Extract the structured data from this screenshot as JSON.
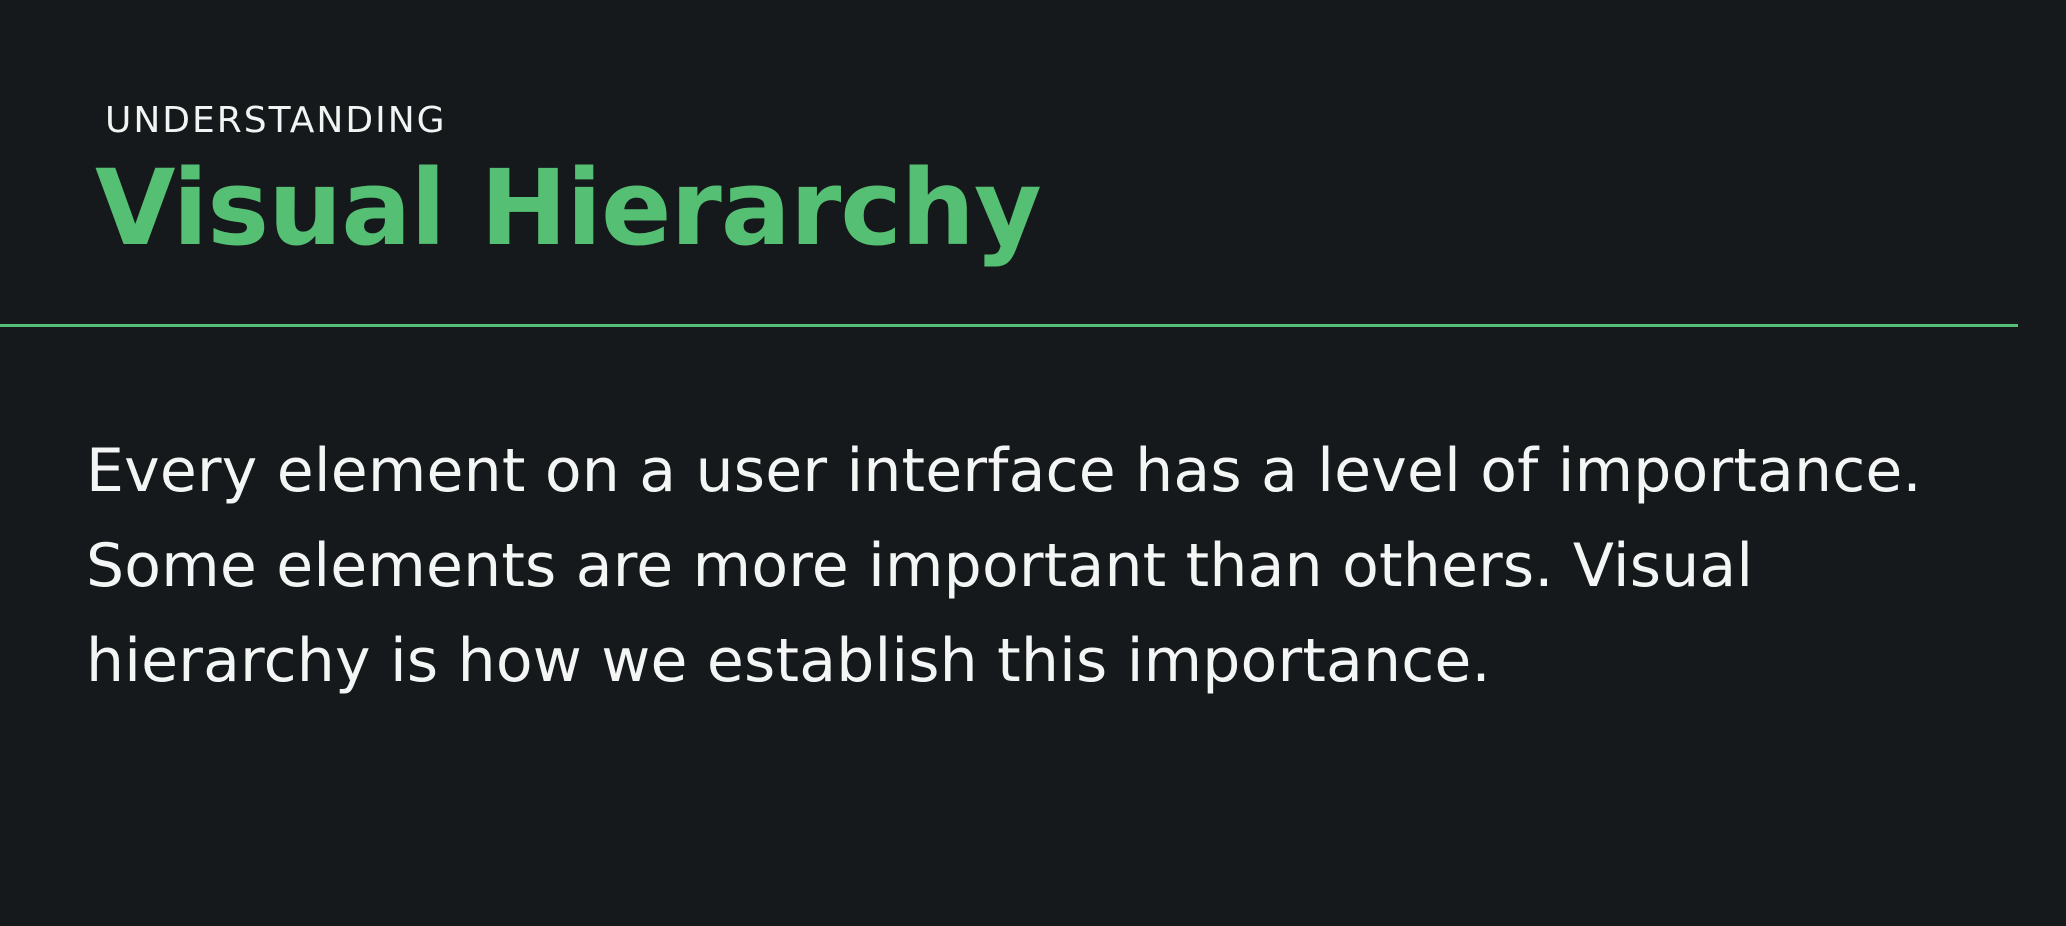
{
  "header": {
    "eyebrow": "UNDERSTANDING",
    "title": "Visual Hierarchy"
  },
  "content": {
    "paragraph": "Every element on a user interface has a level of importance. Some elements are more important than others. Visual hierarchy is how we establish this importance."
  },
  "colors": {
    "background": "#16191b",
    "accent": "#55c074",
    "text": "#f4f6f5"
  }
}
